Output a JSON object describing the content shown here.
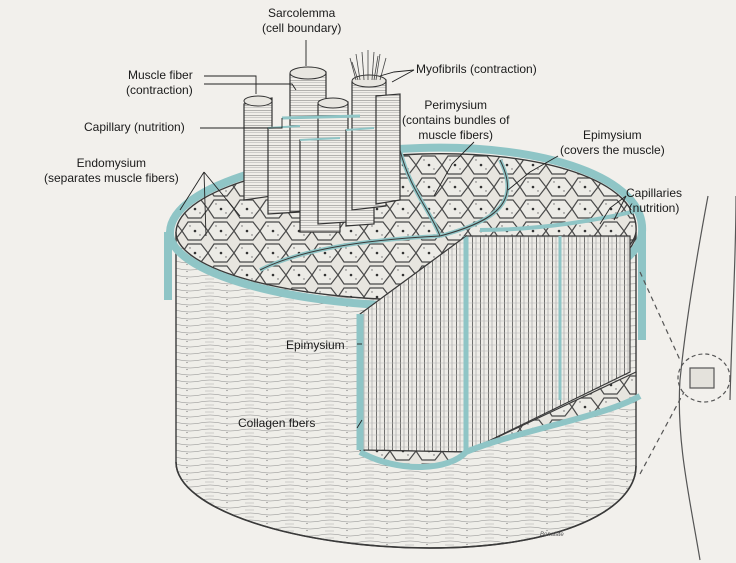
{
  "labels": {
    "sarcolemma": [
      "Sarcolemma",
      "(cell boundary)"
    ],
    "muscle_fiber": [
      "Muscle fiber",
      "(contraction)"
    ],
    "myofibrils": [
      "Myofibrils (contraction)"
    ],
    "capillary": [
      "Capillary (nutrition)"
    ],
    "perimysium": [
      "Perimysium",
      "(contains bundles of",
      "muscle fibers)"
    ],
    "endomysium": [
      "Endomysium",
      "(separates muscle fibers)"
    ],
    "epimysium_top": [
      "Epimysium",
      "(covers the muscle)"
    ],
    "capillaries": [
      "Capillaries",
      "(nutrition)"
    ],
    "epimysium_side": [
      "Epimysium"
    ],
    "collagen": [
      "Collagen fbers"
    ]
  },
  "artist_signature": "Bonalate",
  "colors": {
    "epimysium": "#8fc5c6",
    "epimysium_dark": "#4f8f92",
    "ink": "#2a2a2a",
    "paper": "#f2f0ec",
    "side_shade": "#e4e2dc"
  }
}
